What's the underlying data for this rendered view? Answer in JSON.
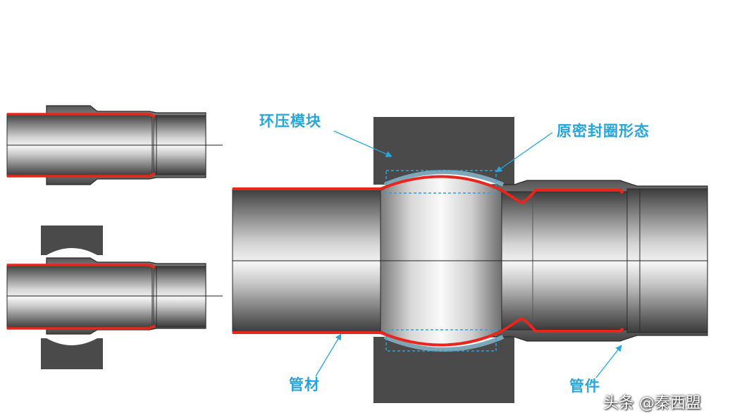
{
  "diagram": {
    "labels": {
      "ring_press_module": "环压模块",
      "original_seal_state": "原密封圈形态",
      "pipe": "管材",
      "fitting": "管件"
    },
    "watermark": "头条 @秦西盟",
    "colors": {
      "label": "#27a6dd",
      "seal_layer": "#e8261c",
      "press_block": "#4a4a4a",
      "pipe_metal_dark": "#4a4a4a",
      "pipe_metal_light": "#f2f2f2",
      "background": "#ffffff"
    }
  }
}
